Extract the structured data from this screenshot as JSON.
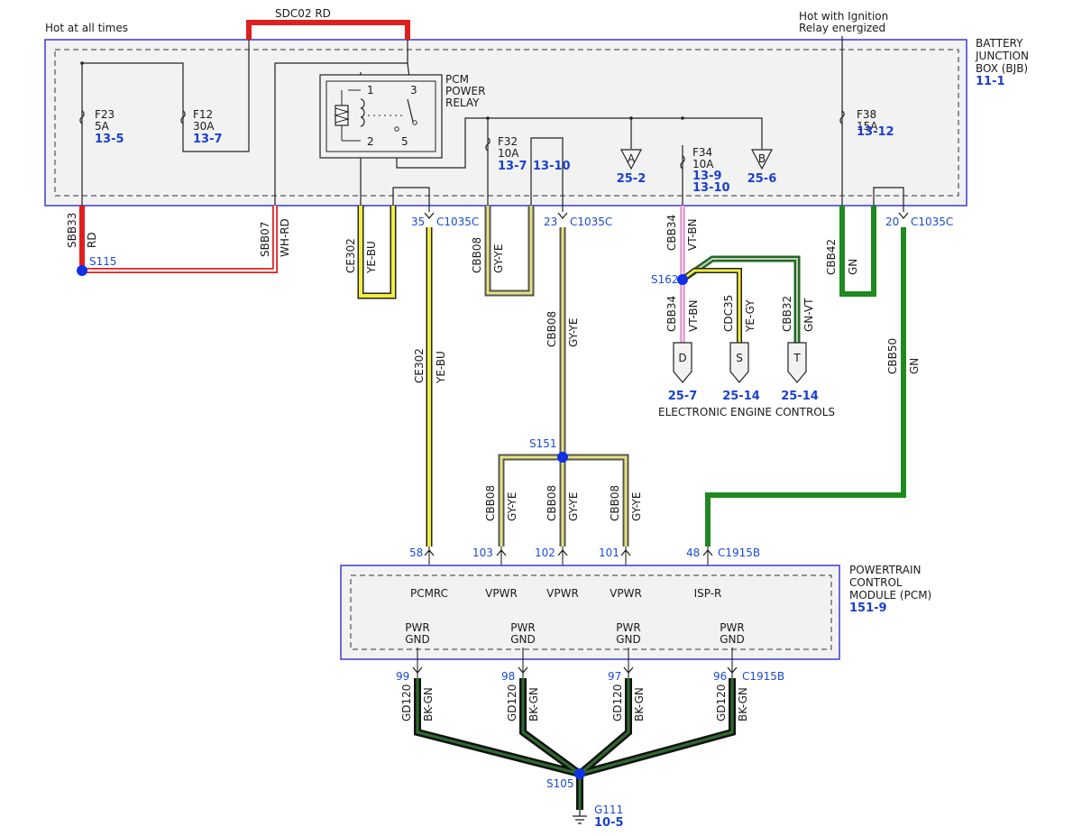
{
  "header": {
    "hot_at_all_times": "Hot at all times",
    "hot_ignition_line1": "Hot with Ignition",
    "hot_ignition_line2": "Relay energized",
    "top_wire": "SDC02  RD"
  },
  "bjb": {
    "label_lines": [
      "BATTERY",
      "JUNCTION",
      "BOX (BJB)"
    ],
    "ref": "11-1"
  },
  "relay": {
    "label_lines": [
      "PCM",
      "POWER",
      "RELAY"
    ],
    "pins": [
      "1",
      "3",
      "2",
      "5"
    ]
  },
  "fuses": [
    {
      "id": "F23",
      "amps": "5A",
      "ref": "13-5"
    },
    {
      "id": "F12",
      "amps": "30A",
      "ref": "13-7"
    },
    {
      "id": "F32",
      "amps": "10A",
      "ref": "13-7",
      "ref2": "13-10"
    },
    {
      "id": "F34",
      "amps": "10A",
      "ref": "13-9",
      "ref2": "13-10"
    },
    {
      "id": "F38",
      "amps": "15A",
      "ref": "13-12"
    }
  ],
  "offpage": [
    {
      "letter": "A",
      "ref": "25-2"
    },
    {
      "letter": "B",
      "ref": "25-6"
    },
    {
      "letter": "D",
      "ref": "25-7"
    },
    {
      "letter": "S",
      "ref": "25-14"
    },
    {
      "letter": "T",
      "ref": "25-14"
    }
  ],
  "eec_label": "ELECTRONIC ENGINE CONTROLS",
  "bjb_pins": [
    {
      "pin": "35",
      "connector": "C1035C"
    },
    {
      "pin": "23",
      "connector": "C1035C"
    },
    {
      "pin": "20",
      "connector": "C1035C"
    }
  ],
  "splices": [
    "S115",
    "S162",
    "S151",
    "S105"
  ],
  "wires": {
    "sbb33": {
      "circuit": "SBB33",
      "color": "RD"
    },
    "sbb07": {
      "circuit": "SBB07",
      "color": "WH-RD"
    },
    "ce302_top": {
      "circuit": "CE302",
      "color": "YE-BU"
    },
    "cbb08_top": {
      "circuit": "CBB08",
      "color": "GY-YE"
    },
    "cbb34_top": {
      "circuit": "CBB34",
      "color": "VT-BN"
    },
    "cbb42": {
      "circuit": "CBB42",
      "color": "GN"
    },
    "cbb34_low": {
      "circuit": "CBB34",
      "color": "VT-BN"
    },
    "cdc35": {
      "circuit": "CDC35",
      "color": "YE-GY"
    },
    "cbb32": {
      "circuit": "CBB32",
      "color": "GN-VT"
    },
    "ce302_main": {
      "circuit": "CE302",
      "color": "YE-BU"
    },
    "cbb08_main": {
      "circuit": "CBB08",
      "color": "GY-YE"
    },
    "cbb50": {
      "circuit": "CBB50",
      "color": "GN"
    },
    "cbb08_b1": {
      "circuit": "CBB08",
      "color": "GY-YE"
    },
    "cbb08_b2": {
      "circuit": "CBB08",
      "color": "GY-YE"
    },
    "cbb08_b3": {
      "circuit": "CBB08",
      "color": "GY-YE"
    },
    "gd120_1": {
      "circuit": "GD120",
      "color": "BK-GN"
    },
    "gd120_2": {
      "circuit": "GD120",
      "color": "BK-GN"
    },
    "gd120_3": {
      "circuit": "GD120",
      "color": "BK-GN"
    },
    "gd120_4": {
      "circuit": "GD120",
      "color": "BK-GN"
    }
  },
  "pcm": {
    "label_lines": [
      "POWERTRAIN",
      "CONTROL",
      "MODULE (PCM)"
    ],
    "ref": "151-9",
    "in_pins": [
      "58",
      "103",
      "102",
      "101",
      "48"
    ],
    "in_connector": "C1915B",
    "inputs": [
      "PCMRC",
      "VPWR",
      "VPWR",
      "VPWR",
      "ISP-R"
    ],
    "gnd_line1": "PWR",
    "gnd_line2": "GND",
    "out_pins": [
      "99",
      "98",
      "97",
      "96"
    ],
    "out_connector": "C1915B"
  },
  "ground": {
    "id": "G111",
    "ref": "10-5"
  },
  "colors": {
    "box_border": "#3b3bd6",
    "box_fill": "#f2f2f2",
    "red": "#e01e1e",
    "yellow": "#f3ee3c",
    "pink": "#e278c8",
    "green": "#1f8a1f",
    "dark_green": "#1d4a1d",
    "splice": "#1030e8",
    "label_blue": "#1a3fd0"
  }
}
